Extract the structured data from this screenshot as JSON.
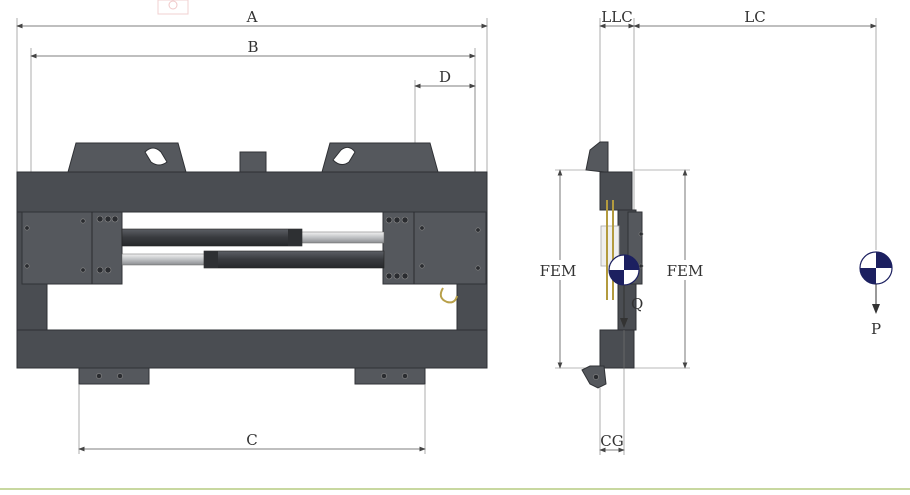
{
  "dimension_labels": {
    "a": "A",
    "b": "B",
    "c": "C",
    "d": "D",
    "llc": "LLC",
    "lc": "LC",
    "fem_left": "FEM",
    "fem_right": "FEM",
    "q": "Q",
    "p": "P",
    "cg": "CG"
  },
  "colors": {
    "steel": "#4a4d52",
    "bottom_rule": "#c8d8a0"
  }
}
